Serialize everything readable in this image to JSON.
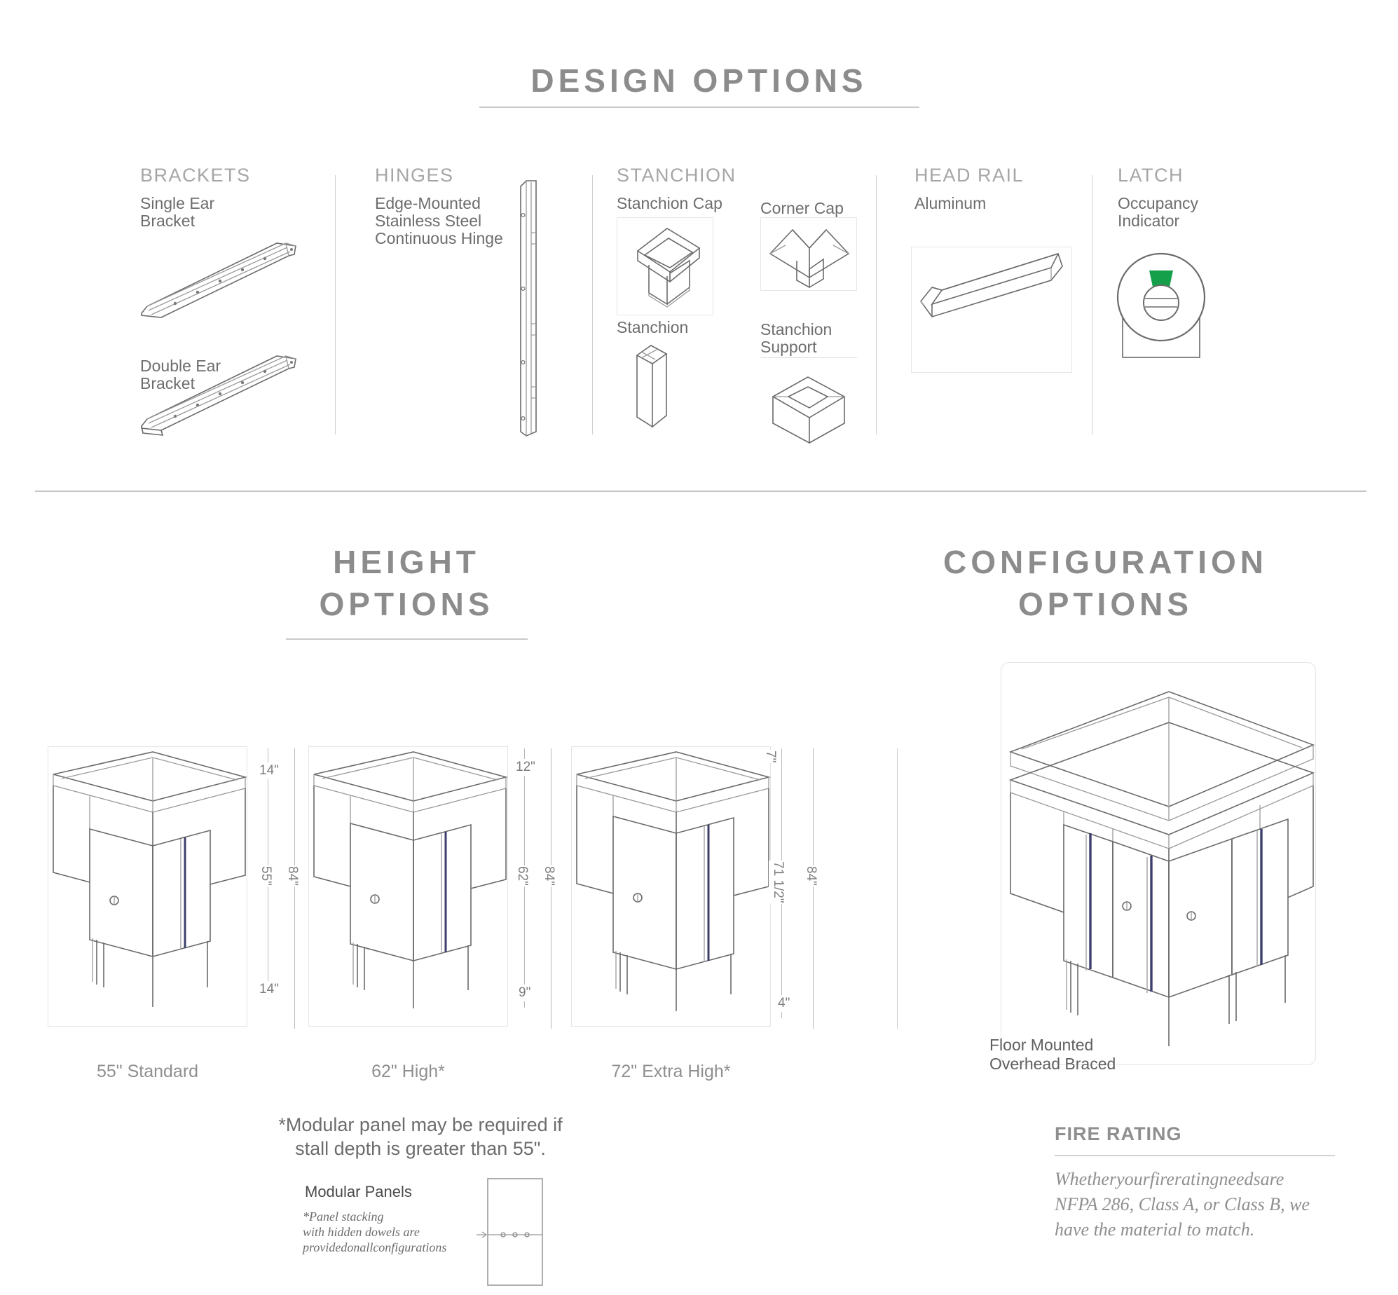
{
  "design": {
    "title": "DESIGN OPTIONS",
    "columns": [
      {
        "heading": "BRACKETS",
        "items": [
          "Single Ear\nBracket",
          "Double Ear\nBracket"
        ]
      },
      {
        "heading": "HINGES",
        "items": [
          "Edge-Mounted\nStainless Steel\nContinuous Hinge"
        ]
      },
      {
        "heading": "STANCHION",
        "items": [
          "Stanchion Cap",
          "Corner Cap",
          "Stanchion",
          "Stanchion\nSupport"
        ]
      },
      {
        "heading": "HEAD RAIL",
        "items": [
          "Aluminum"
        ]
      },
      {
        "heading": "LATCH",
        "items": [
          "Occupancy\nIndicator"
        ]
      }
    ],
    "latch_indicator_color": "#14a04a"
  },
  "height": {
    "title_line1": "HEIGHT",
    "title_line2": "OPTIONS",
    "options": [
      {
        "caption": "55\" Standard",
        "dim_top": "14\"",
        "dim_panel": "55\"",
        "dim_overall": "84\"",
        "dim_bottom": "14\""
      },
      {
        "caption": "62\" High*",
        "dim_top": "12\"",
        "dim_panel": "62\"",
        "dim_overall": "84\"",
        "dim_bottom": "9\""
      },
      {
        "caption": "72\" Extra High*",
        "dim_top": "7\"",
        "dim_panel": "71 1/2\"",
        "dim_overall": "84\"",
        "dim_bottom": "4\""
      }
    ],
    "footnote": "*Modular panel may be required if\nstall depth is greater than 55\".",
    "modular_label": "Modular Panels",
    "modular_note": "*Panel stacking\n with hidden dowels are\nprovidedonallconfigurations"
  },
  "configuration": {
    "title_line1": "CONFIGURATION",
    "title_line2": "OPTIONS",
    "caption": "Floor Mounted\nOverhead Braced"
  },
  "fire": {
    "title": "FIRE RATING",
    "body": "Whetheryourfireratingneedsare\nNFPA 286, Class A, or Class B, we\nhave the material to match."
  }
}
